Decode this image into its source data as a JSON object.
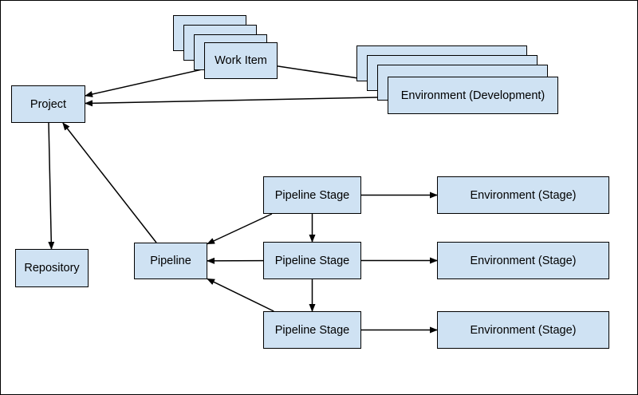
{
  "colors": {
    "node_fill": "#cfe2f3",
    "node_border": "#000000",
    "edge": "#000000",
    "background": "#ffffff"
  },
  "nodes": {
    "project": "Project",
    "repository": "Repository",
    "work_item": "Work Item",
    "environment_development": "Environment (Development)",
    "pipeline": "Pipeline",
    "pipeline_stage_1": "Pipeline Stage",
    "pipeline_stage_2": "Pipeline Stage",
    "pipeline_stage_3": "Pipeline Stage",
    "environment_stage_1": "Environment (Stage)",
    "environment_stage_2": "Environment (Stage)",
    "environment_stage_3": "Environment (Stage)"
  },
  "edges": [
    {
      "from": "work_item",
      "to": "project"
    },
    {
      "from": "work_item",
      "to": "environment_development"
    },
    {
      "from": "environment_development",
      "to": "project"
    },
    {
      "from": "project",
      "to": "repository"
    },
    {
      "from": "pipeline",
      "to": "project"
    },
    {
      "from": "pipeline_stage_1",
      "to": "pipeline"
    },
    {
      "from": "pipeline_stage_2",
      "to": "pipeline"
    },
    {
      "from": "pipeline_stage_3",
      "to": "pipeline"
    },
    {
      "from": "pipeline_stage_1",
      "to": "pipeline_stage_2"
    },
    {
      "from": "pipeline_stage_2",
      "to": "pipeline_stage_3"
    },
    {
      "from": "pipeline_stage_1",
      "to": "environment_stage_1"
    },
    {
      "from": "pipeline_stage_2",
      "to": "environment_stage_2"
    },
    {
      "from": "pipeline_stage_3",
      "to": "environment_stage_3"
    }
  ]
}
